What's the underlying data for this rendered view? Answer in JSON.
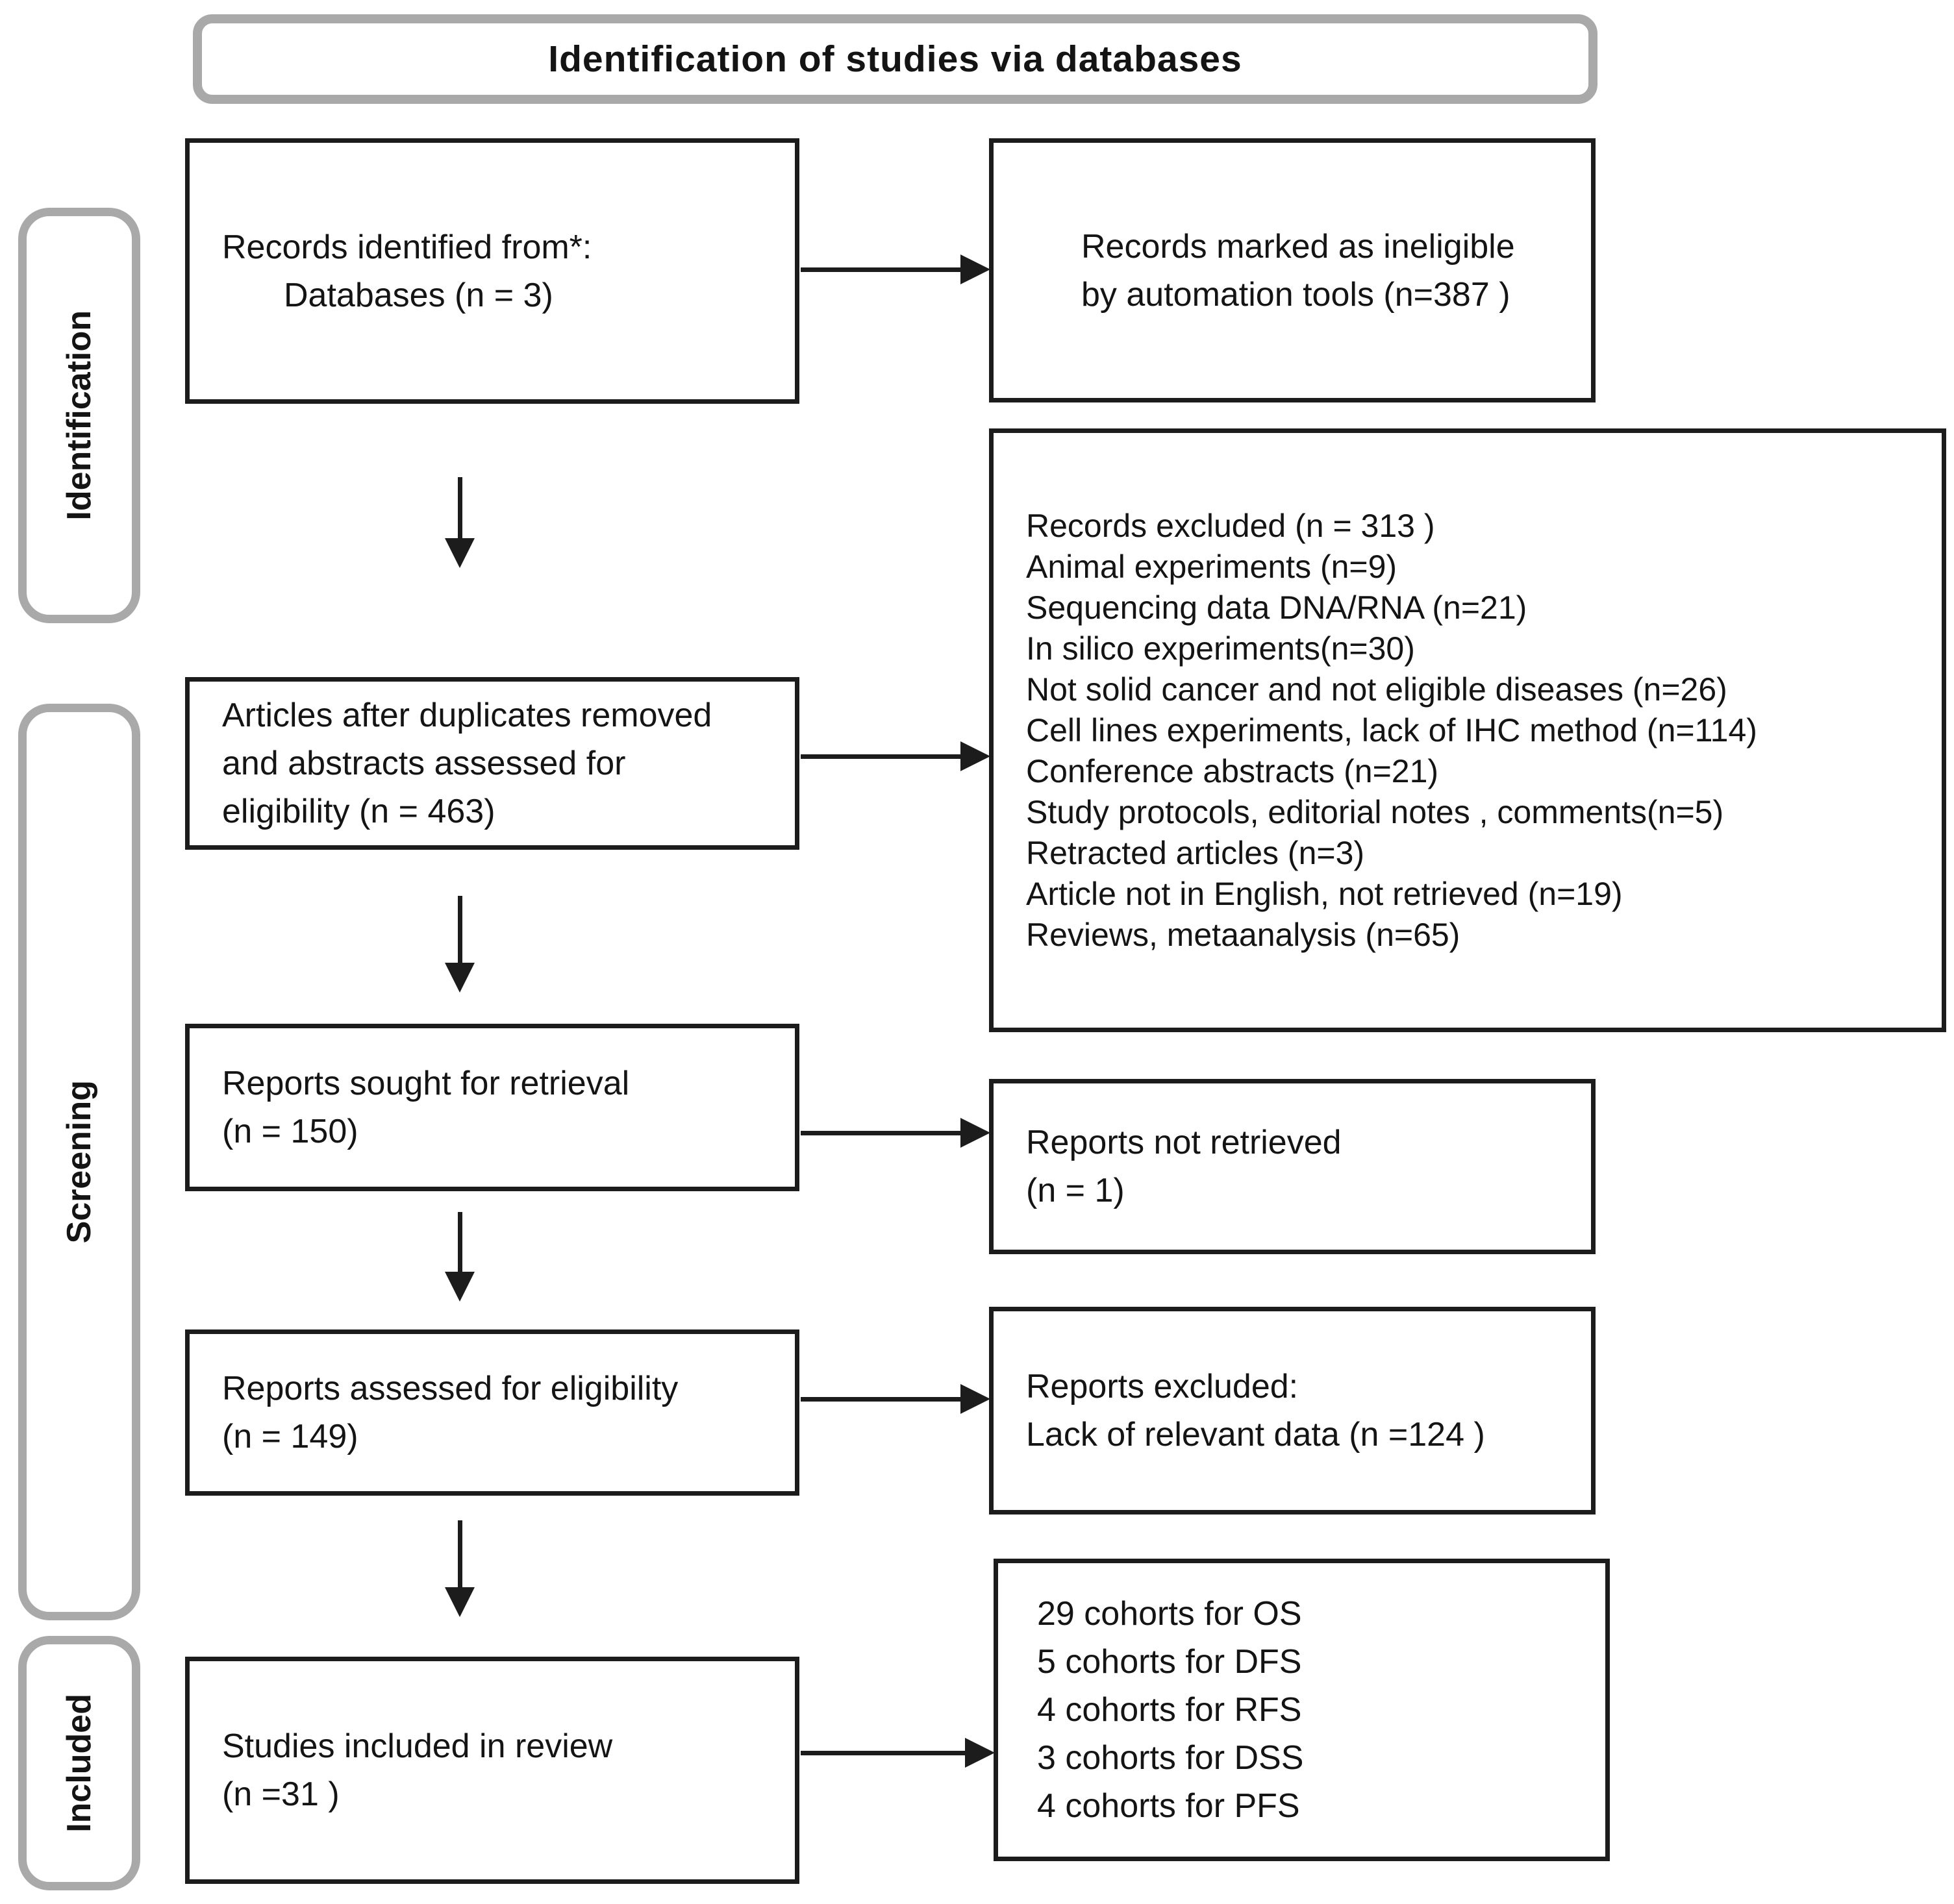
{
  "title": "Identification of studies via databases",
  "stage_labels": {
    "identification": "Identification",
    "screening": "Screening",
    "included": "Included"
  },
  "left_column": {
    "records_identified": {
      "lines": [
        "Records identified from*:",
        "Databases (n = 3)"
      ]
    },
    "articles_after_duplicates": {
      "lines": [
        "Articles after duplicates removed",
        "and abstracts assessed for",
        "eligibility (n = 463)"
      ]
    },
    "reports_sought": {
      "lines": [
        "Reports sought for retrieval",
        "(n = 150)"
      ]
    },
    "reports_assessed": {
      "lines": [
        "Reports assessed for eligibility",
        "(n = 149)"
      ]
    },
    "studies_included": {
      "lines": [
        "Studies included in review",
        "(n =31 )"
      ]
    }
  },
  "right_column": {
    "records_ineligible": {
      "lines": [
        "Records marked as ineligible",
        "by automation tools (n=387 )"
      ]
    },
    "records_excluded": {
      "lines": [
        "Records excluded (n = 313 )",
        "Animal experiments (n=9)",
        "Sequencing data DNA/RNA (n=21)",
        "In silico experiments(n=30)",
        "Not solid cancer and not eligible diseases (n=26)",
        "Cell lines experiments, lack of IHC method (n=114)",
        "Conference abstracts (n=21)",
        "Study protocols, editorial notes , comments(n=5)",
        "Retracted articles (n=3)",
        "Article not in English, not retrieved (n=19)",
        "Reviews, metaanalysis (n=65)"
      ]
    },
    "reports_not_retrieved": {
      "lines": [
        "Reports not retrieved",
        "(n = 1)"
      ]
    },
    "reports_excluded": {
      "lines": [
        "Reports excluded:",
        "Lack of relevant data (n =124 )"
      ]
    },
    "included_cohorts": {
      "lines": [
        "29 cohorts for OS",
        "5 cohorts for DFS",
        "4 cohorts for RFS",
        "3 cohorts for DSS",
        "4 cohorts for PFS"
      ]
    }
  },
  "colors": {
    "background": "#ffffff",
    "box_border": "#1c1c1c",
    "frame_border": "#a9a9a9",
    "text": "#141414"
  }
}
